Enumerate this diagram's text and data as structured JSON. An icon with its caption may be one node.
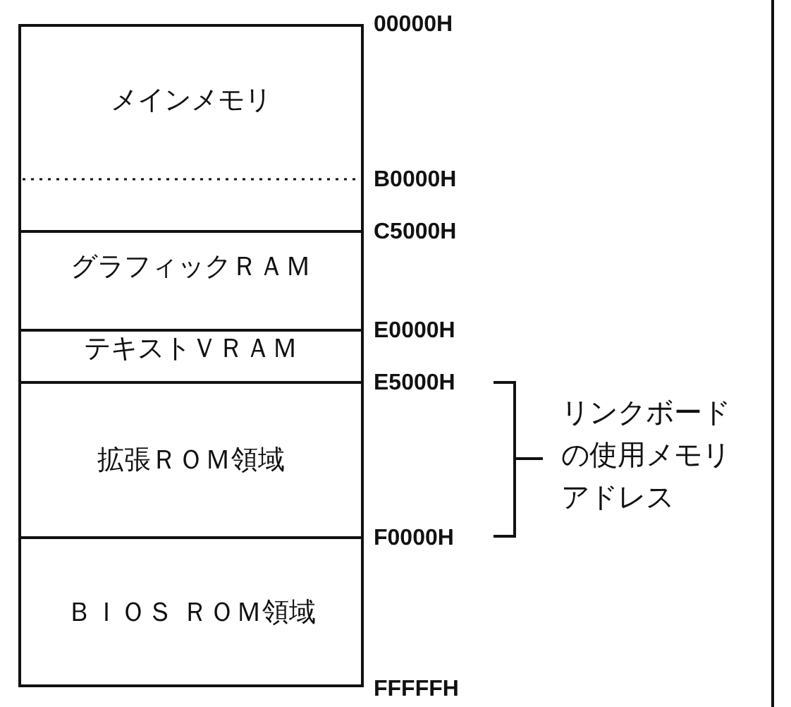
{
  "diagram": {
    "nodes": [
      {
        "text": [
          "メインメモリ"
        ]
      },
      {
        "text": [
          "グラフィックＲＡＭ"
        ]
      },
      {
        "text": [
          "テキストＶＲＡＭ"
        ]
      },
      {
        "text": [
          "拡張ＲＯＭ領域"
        ]
      },
      {
        "text": [
          "ＢＩＯＳ ＲＯＭ領域"
        ]
      }
    ],
    "labels": [
      "00000H",
      "B0000H",
      "C5000H",
      "E0000H",
      "E5000H",
      "F0000H",
      "FFFFFH",
      "リンクボードの使用メモリアドレス"
    ]
  }
}
